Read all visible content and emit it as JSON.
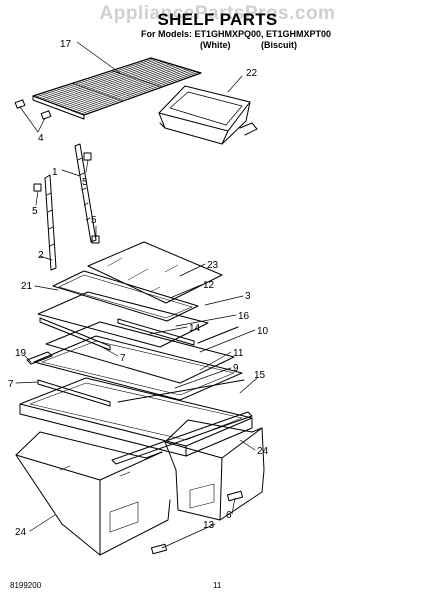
{
  "header": {
    "watermark": "AppliancePartsPros.com",
    "title": "SHELF PARTS",
    "models_line": "For Models: ET1GHMXPQ00, ET1GHMXPT00",
    "variant_white": "(White)",
    "variant_biscuit": "(Biscuit)"
  },
  "footer": {
    "doc_number": "8199200",
    "page_number": "11"
  },
  "callouts": {
    "c17": "17",
    "c22": "22",
    "c4": "4",
    "c1": "1",
    "c5a": "5",
    "c5b": "5",
    "c5c": "5",
    "c2": "2",
    "c23": "23",
    "c12": "12",
    "c21": "21",
    "c3": "3",
    "c16": "16",
    "c14": "14",
    "c10": "10",
    "c7a": "7",
    "c19": "19",
    "c11": "11",
    "c9": "9",
    "c15": "15",
    "c7b": "7",
    "c24a": "24",
    "c24b": "24",
    "c6": "6",
    "c13": "13"
  }
}
